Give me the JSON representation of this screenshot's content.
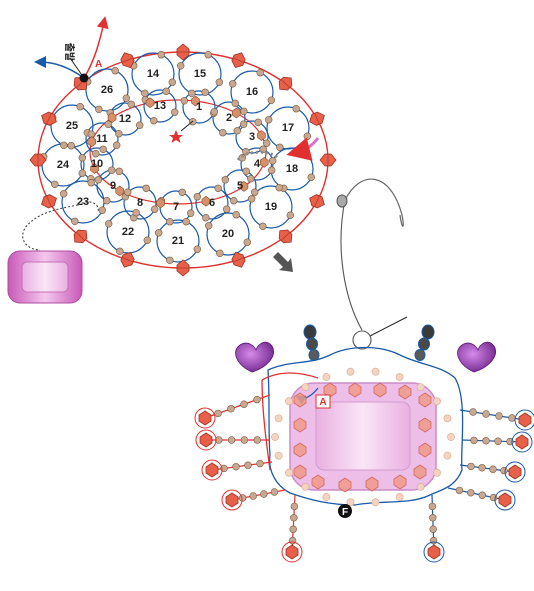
{
  "top_diagram": {
    "start_label": "출발",
    "point_a_label": "A",
    "loop_numbers": [
      {
        "n": "1"
      },
      {
        "n": "2"
      },
      {
        "n": "3"
      },
      {
        "n": "4"
      },
      {
        "n": "5"
      },
      {
        "n": "6"
      },
      {
        "n": "7"
      },
      {
        "n": "8"
      },
      {
        "n": "9"
      },
      {
        "n": "10"
      },
      {
        "n": "11"
      },
      {
        "n": "12"
      },
      {
        "n": "13"
      },
      {
        "n": "14"
      },
      {
        "n": "15"
      },
      {
        "n": "16"
      },
      {
        "n": "17"
      },
      {
        "n": "18"
      },
      {
        "n": "19"
      },
      {
        "n": "20"
      },
      {
        "n": "21"
      },
      {
        "n": "22"
      },
      {
        "n": "23"
      },
      {
        "n": "24"
      },
      {
        "n": "25"
      },
      {
        "n": "26"
      }
    ]
  },
  "bottom_diagram": {
    "point_a_label": "A",
    "point_f_label": "F"
  },
  "colors": {
    "red_thread": "#e03030",
    "blue_thread": "#1a5aa8",
    "crystal": "#e8604a",
    "pink_stone": "#d873c8",
    "purple_heart": "#8a3aa8",
    "dark_bead": "#333333"
  },
  "icons": [
    "arrow-down-right-icon",
    "headpin-loop-icon",
    "start-dot-icon",
    "star-marker-icon"
  ]
}
